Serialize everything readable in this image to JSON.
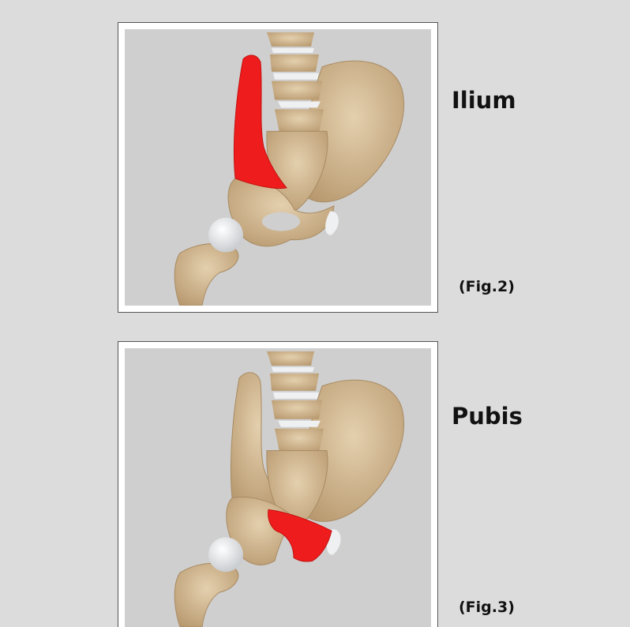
{
  "colors": {
    "background": "#dcdcdc",
    "canvas": "#cfcfcf",
    "bone": "#d7bf9a",
    "bone_shadow": "#b79c76",
    "disc": "#eef0f2",
    "highlight": "#ee1c1c"
  },
  "figures": [
    {
      "label": "Ilium",
      "caption": "(Fig.2)",
      "highlighted_region": "ilium"
    },
    {
      "label": "Pubis",
      "caption": "(Fig.3)",
      "highlighted_region": "pubis"
    }
  ]
}
